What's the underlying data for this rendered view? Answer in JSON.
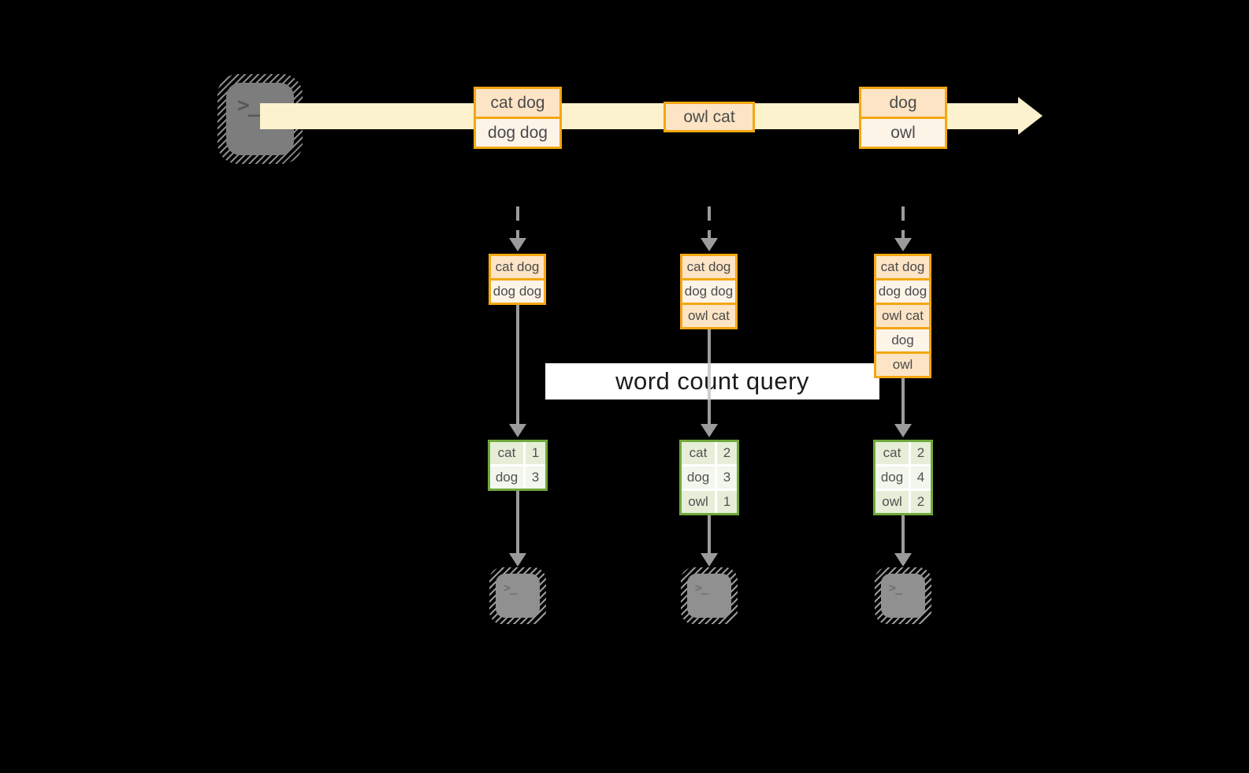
{
  "query_label": "word count query",
  "prompt_glyph": ">_",
  "colors": {
    "accent_orange": "#f3a712",
    "band_yellow": "#fcf2cd",
    "cell_peach": "#fce4c5",
    "cell_cream": "#fdf4e8",
    "green_border": "#6fa83c",
    "green_cell": "#e6eed8",
    "arrow_gray": "#9b9b9b",
    "terminal_gray": "#7d7d7d"
  },
  "timeline_events": [
    {
      "rows": [
        "cat dog",
        "dog dog"
      ]
    },
    {
      "rows": [
        "owl cat"
      ]
    },
    {
      "rows": [
        "dog",
        "owl"
      ]
    }
  ],
  "columns": [
    {
      "window": [
        "cat dog",
        "dog dog"
      ],
      "counts": [
        {
          "word": "cat",
          "count": "1"
        },
        {
          "word": "dog",
          "count": "3"
        }
      ]
    },
    {
      "window": [
        "cat dog",
        "dog dog",
        "owl cat"
      ],
      "counts": [
        {
          "word": "cat",
          "count": "2"
        },
        {
          "word": "dog",
          "count": "3"
        },
        {
          "word": "owl",
          "count": "1"
        }
      ]
    },
    {
      "window": [
        "cat dog",
        "dog dog",
        "owl cat",
        "dog",
        "owl"
      ],
      "counts": [
        {
          "word": "cat",
          "count": "2"
        },
        {
          "word": "dog",
          "count": "4"
        },
        {
          "word": "owl",
          "count": "2"
        }
      ]
    }
  ]
}
